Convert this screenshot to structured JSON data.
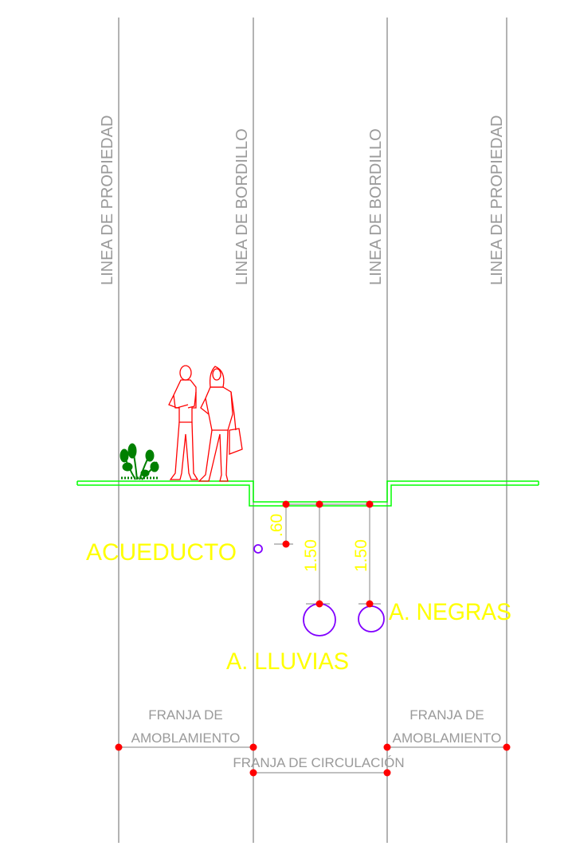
{
  "labels": {
    "property_left": "LINEA DE PROPIEDAD",
    "curb_left": "LINEA DE BORDILLO",
    "curb_right": "LINEA DE BORDILLO",
    "property_right": "LINEA DE PROPIEDAD",
    "acueducto": "ACUEDUCTO",
    "lluvias": "A. LLUVIAS",
    "negras": "A. NEGRAS",
    "franja_amob_left_1": "FRANJA DE",
    "franja_amob_left_2": "AMOBLAMIENTO",
    "franja_amob_right_1": "FRANJA DE",
    "franja_amob_right_2": "AMOBLAMIENTO",
    "franja_circulacion": "FRANJA DE CIRCULACIÓN"
  },
  "dimensions": {
    "acueducto_depth": ".60",
    "lluvias_depth": "1.50",
    "negras_depth": "1.50"
  },
  "colors": {
    "grid_line": "#9a9a9a",
    "ground": "#00ff00",
    "people": "#ff0000",
    "plant": "#008000",
    "pipe": "#8000ff",
    "dim_text": "#ffff00",
    "node": "#ff0000"
  },
  "icons": [
    "people-figures-icon",
    "plant-icon"
  ]
}
